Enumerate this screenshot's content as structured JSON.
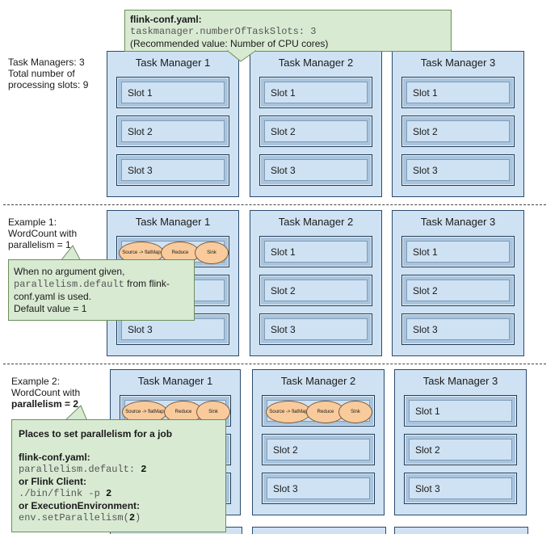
{
  "top_callout": {
    "title": "flink-conf.yaml:",
    "code": "taskmanager.numberOfTaskSlots: 3",
    "note": "(Recommended value: Number of CPU cores)"
  },
  "sections": [
    {
      "label_lines": [
        "Task Managers: 3",
        "Total number of",
        "processing slots: 9"
      ],
      "task_managers": [
        {
          "title": "Task Manager 1",
          "slots": [
            "Slot 1",
            "Slot 2",
            "Slot 3"
          ]
        },
        {
          "title": "Task Manager 2",
          "slots": [
            "Slot 1",
            "Slot 2",
            "Slot 3"
          ]
        },
        {
          "title": "Task Manager 3",
          "slots": [
            "Slot 1",
            "Slot 2",
            "Slot 3"
          ]
        }
      ]
    },
    {
      "label_lines": [
        "Example 1:",
        "WordCount with",
        "parallelism = 1"
      ],
      "task_managers": [
        {
          "title": "Task Manager 1",
          "slots": [
            "",
            "",
            "Slot 3"
          ],
          "operators": [
            "Source -> flatMap",
            "Reduce",
            "Sink"
          ]
        },
        {
          "title": "Task Manager 2",
          "slots": [
            "Slot 1",
            "Slot 2",
            "Slot 3"
          ]
        },
        {
          "title": "Task Manager 3",
          "slots": [
            "Slot 1",
            "Slot 2",
            "Slot 3"
          ]
        }
      ]
    },
    {
      "label_lines": [
        "Example 2:",
        "WordCount with"
      ],
      "label_bold_prefix": "parallelism = 2",
      "task_managers": [
        {
          "title": "Task Manager 1",
          "slots": [
            "",
            "",
            ""
          ],
          "operators": [
            "Source -> flatMap",
            "Reduce",
            "Sink"
          ]
        },
        {
          "title": "Task Manager 2",
          "slots": [
            "",
            "Slot 2",
            "Slot 3"
          ],
          "operators": [
            "Source -> flatMap",
            "Reduce",
            "Sink"
          ]
        },
        {
          "title": "Task Manager 3",
          "slots": [
            "Slot 1",
            "Slot 2",
            "Slot 3"
          ]
        }
      ]
    }
  ],
  "example1_callout": {
    "line1": "When no argument given,",
    "code": "parallelism.default",
    "line2_rest": " from flink-",
    "line3": "conf.yaml is used.",
    "line4": "Default value = 1"
  },
  "example2_callout": {
    "title": "Places to set parallelism for a job",
    "h1": "flink-conf.yaml:",
    "c1": "parallelism.default: ",
    "c1_bold": "2",
    "h2": "or Flink Client:",
    "c2": "./bin/flink -p ",
    "c2_bold": "2",
    "h3": "or ExecutionEnvironment:",
    "c3a": "env.setParallelism(",
    "c3_bold": "2",
    "c3b": ")"
  }
}
